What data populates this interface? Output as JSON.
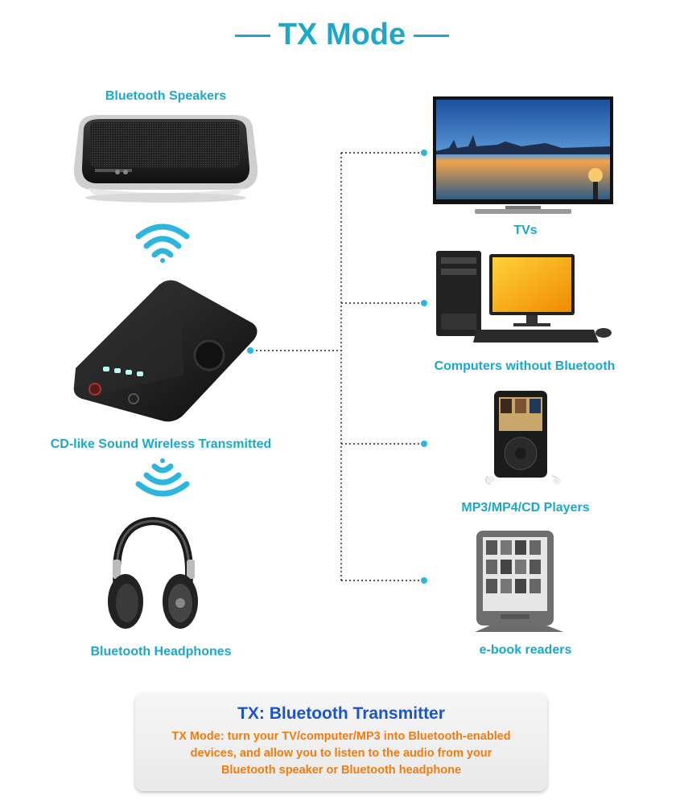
{
  "title": "TX Mode",
  "left": {
    "speakers_label": "Bluetooth Speakers",
    "transmitter_label": "CD-like Sound Wireless Transmitted",
    "headphones_label": "Bluetooth Headphones"
  },
  "right": {
    "items": [
      {
        "label": "TVs",
        "icon": "tv-icon"
      },
      {
        "label": "Computers without Bluetooth",
        "icon": "computer-icon"
      },
      {
        "label": "MP3/MP4/CD Players",
        "icon": "mp3-player-icon"
      },
      {
        "label": "e-book readers",
        "icon": "ebook-reader-icon"
      }
    ]
  },
  "panel": {
    "heading": "TX: Bluetooth Transmitter",
    "lead": "TX Mode:",
    "body": " turn your TV/computer/MP3 into Bluetooth-enabled devices, and allow you to listen to the audio from your Bluetooth speaker or Bluetooth headphone"
  },
  "colors": {
    "accent": "#1ba8c9",
    "heading_blue": "#1a56c8",
    "orange": "#f07c10"
  }
}
